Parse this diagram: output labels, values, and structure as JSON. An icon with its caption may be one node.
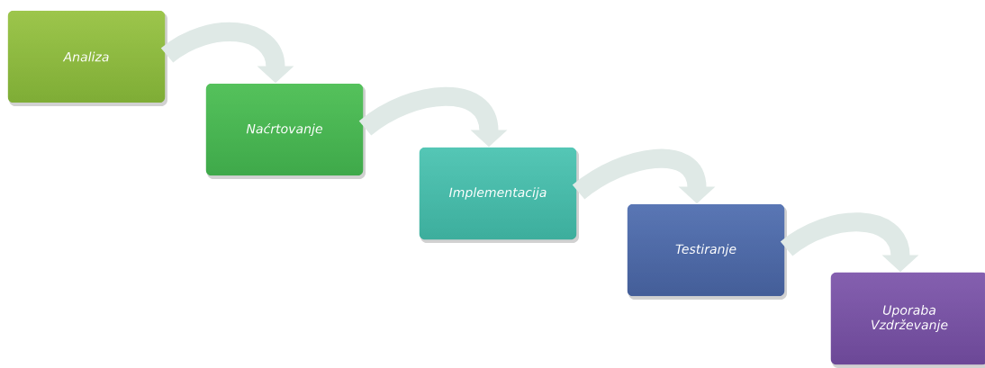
{
  "diagram": {
    "nodes": [
      {
        "text": [
          "Analiza"
        ]
      },
      {
        "text": [
          "Naćrtovanje"
        ]
      },
      {
        "text": [
          "Implementacija"
        ]
      },
      {
        "text": [
          "Testiranje"
        ]
      },
      {
        "text": [
          "Uporaba Vzdrževanje"
        ]
      }
    ],
    "edges": [
      {
        "from": 0,
        "to": 1,
        "arrow": "to"
      },
      {
        "from": 1,
        "to": 2,
        "arrow": "to"
      },
      {
        "from": 2,
        "to": 3,
        "arrow": "to"
      },
      {
        "from": 3,
        "to": 4,
        "arrow": "to"
      }
    ]
  }
}
